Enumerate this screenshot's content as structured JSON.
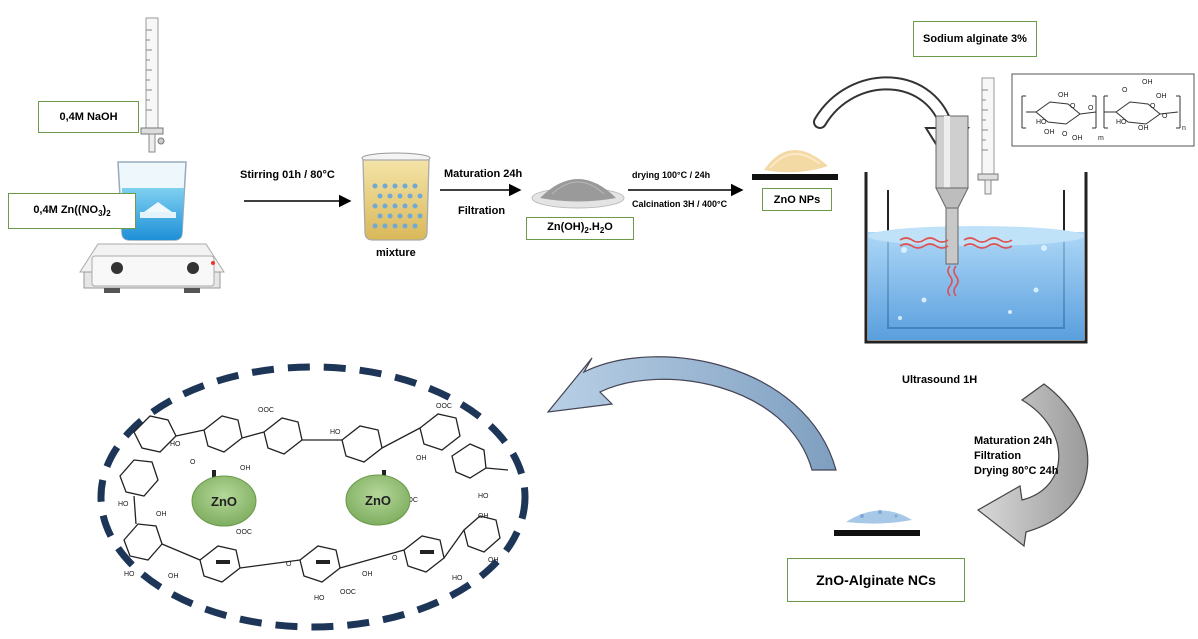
{
  "reagents": {
    "naoh": "0,4M NaOH",
    "zn_nitrate_prefix": "0,4M Zn((NO",
    "zn_nitrate_sub1": "3",
    "zn_nitrate_mid": ")",
    "zn_nitrate_sub2": "2"
  },
  "steps": {
    "stirring": "Stirring 01h / 80°C",
    "mixture": "mixture",
    "maturation": "Maturation 24h",
    "filtration": "Filtration",
    "zn_oh_prefix": "Zn(OH)",
    "zn_oh_sub": "2",
    "zn_oh_mid": ".H",
    "zn_oh_sub2": "2",
    "zn_oh_suffix": "O",
    "drying": "drying 100°C / 24h",
    "calcination": "Calcination  3H / 400°C",
    "zno_nps": "ZnO NPs",
    "sodium_alginate": "Sodium alginate 3%",
    "ultrasound": "Ultrasound 1H",
    "post_maturation": "Maturation 24h",
    "post_filtration": "Filtration",
    "post_drying": "Drying 80°C 24h",
    "product": "ZnO-Alginate  NCs"
  },
  "nanocomposite": {
    "particle_1": "ZnO",
    "particle_2": "ZnO",
    "groups": [
      "OOC",
      "OOC",
      "HO",
      "OH",
      "HO",
      "OH",
      "OOC",
      "OOC",
      "HO",
      "OH",
      "HO",
      "OH",
      "OOC",
      "O",
      "O",
      "O",
      "HO",
      "OH",
      "HO",
      "OH",
      "HO",
      "OH"
    ]
  },
  "alginate_structure": {
    "labels": [
      "OH",
      "O",
      "HO",
      "OH",
      "O",
      "OH",
      "O",
      "HO",
      "OH",
      "O",
      "O",
      "OH",
      "O",
      "OH"
    ],
    "sub_m": "m",
    "sub_n": "n"
  },
  "colors": {
    "box_border": "#6a9a4a",
    "water": "#5aa0dc",
    "dashed_ellipse": "#1d3557",
    "zno_particle": "#8fbf72",
    "curved_arrow_blue": "#a7c0da",
    "curved_arrow_grey": "#b7b7b7",
    "powder_zno": "#f3d9a4",
    "powder_product": "#a8c8e8"
  }
}
